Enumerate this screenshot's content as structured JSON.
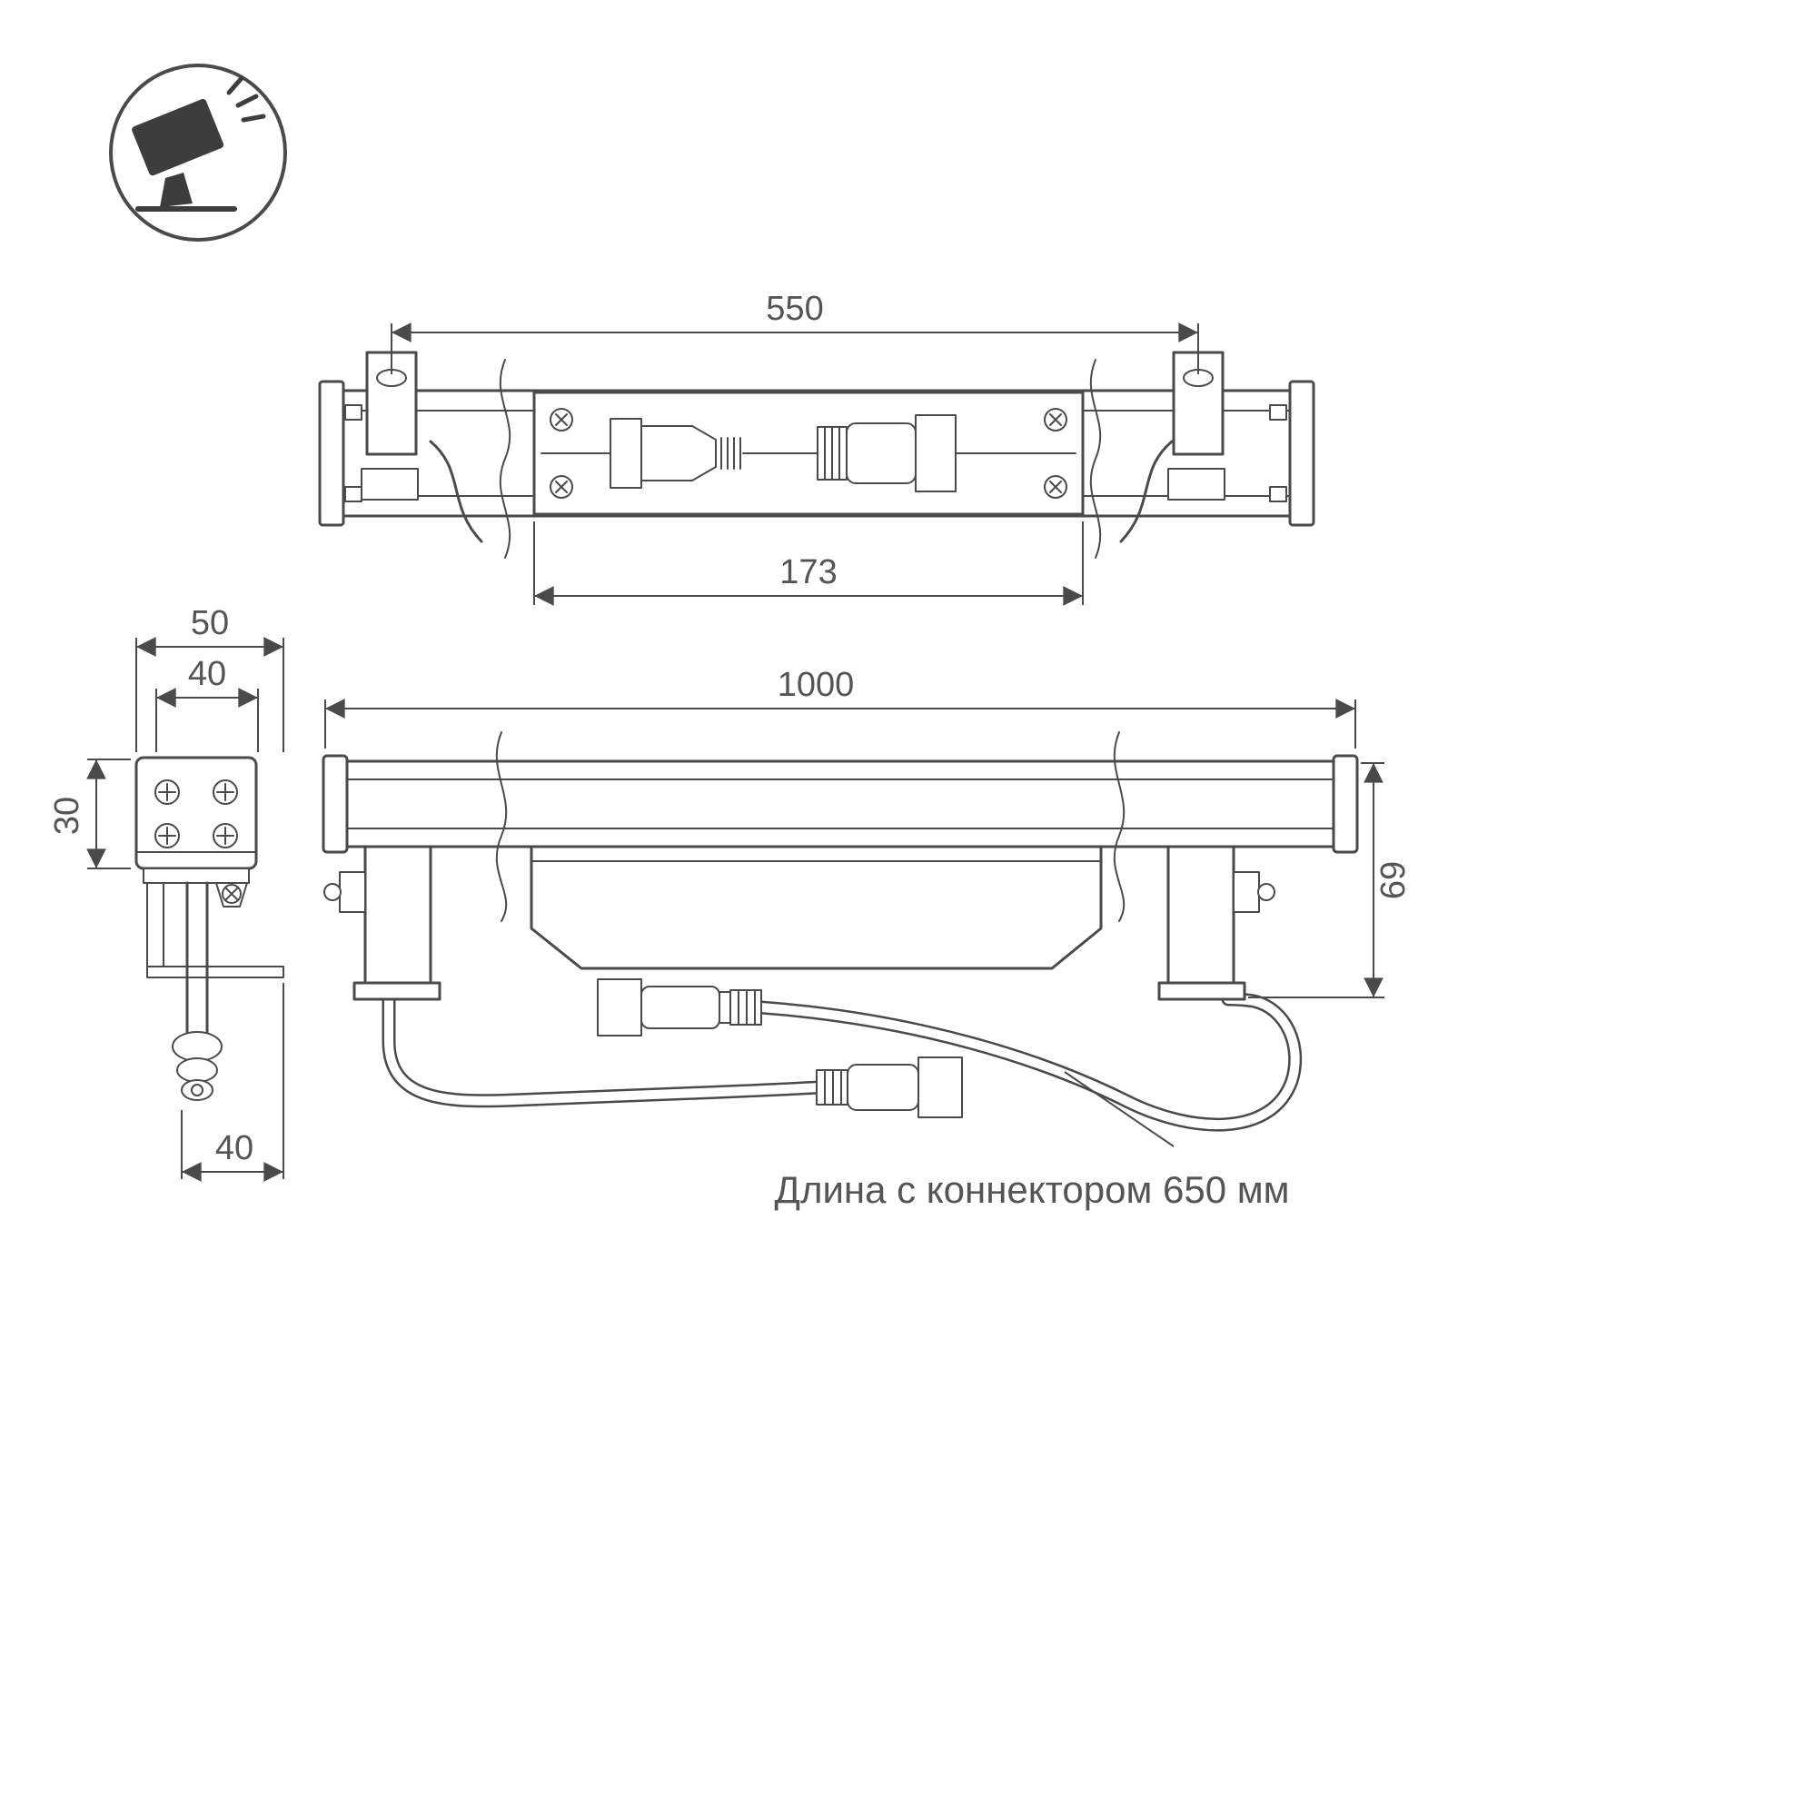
{
  "drawing": {
    "top_view": {
      "dim_bracket_spacing": "550",
      "dim_panel_width": "173"
    },
    "side_view": {
      "dim_overall_width": "50",
      "dim_body_width": "40",
      "dim_body_height": "30",
      "dim_bottom_width": "40"
    },
    "front_view": {
      "dim_overall_length": "1000",
      "dim_height": "69"
    },
    "note": "Длина с коннектором 650 мм"
  },
  "icon": {
    "name": "flood-light-icon"
  },
  "colors": {
    "line": "#4a4a4a",
    "text": "#555555",
    "icon_fill": "#3d3d3d",
    "background": "#ffffff"
  }
}
